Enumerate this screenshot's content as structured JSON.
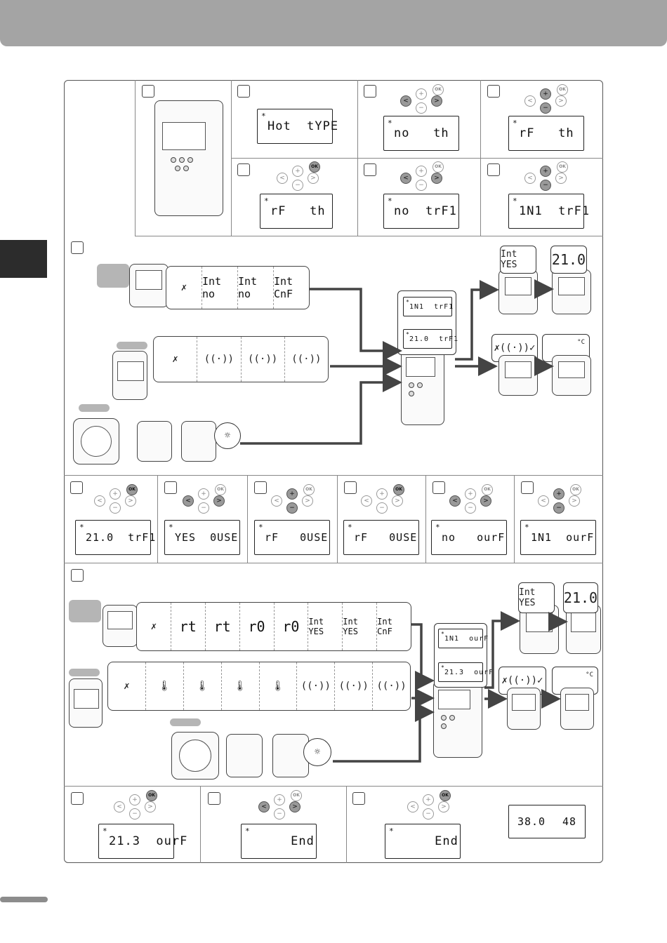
{
  "section1": {
    "steps": [
      {
        "lcd": "Hot  tYPE"
      },
      {
        "lcd": "no   th"
      },
      {
        "lcd": "rF   th"
      },
      {
        "lcd": "rF   th"
      },
      {
        "lcd": "no  trF1"
      },
      {
        "lcd": "1N1  trF1"
      }
    ]
  },
  "section2": {
    "strip1": [
      "Int no",
      "Int no",
      "Int CnF"
    ],
    "bubble_top": "1N1  trF1",
    "bubble_bottom": "21.0  trF1",
    "result_top_left": "Int YES",
    "result_top_right": "21.0",
    "result_unit": "°C"
  },
  "section3": {
    "steps": [
      {
        "lcd": "21.0  trF1"
      },
      {
        "lcd": "YES  0USE"
      },
      {
        "lcd": "rF   0USE"
      },
      {
        "lcd": "rF   0USE"
      },
      {
        "lcd": "no   ourF"
      },
      {
        "lcd": "1N1  ourF"
      }
    ]
  },
  "section4": {
    "strip1": [
      "rt",
      "rt",
      "r0",
      "r0",
      "Int YES",
      "Int YES",
      "Int CnF"
    ],
    "bubble_top": "1N1  ourF",
    "bubble_bottom": "21.3  ourF",
    "result_top_left": "Int YES",
    "result_top_right": "21.0",
    "result_unit": "°C"
  },
  "section5": {
    "steps": [
      {
        "lcd": "21.3  ourF"
      },
      {
        "lcd": "     End"
      },
      {
        "lcd": "     End"
      }
    ],
    "display_left": "38.0",
    "display_right": "48"
  },
  "buttons": {
    "ok": "OK",
    "plus": "+",
    "minus": "−",
    "left": "<",
    "right": ">"
  },
  "icons": {
    "star": "*",
    "tools": "tools-icon",
    "antenna": "antenna-icon",
    "thermometer": "thermometer-icon",
    "sun": "sun-icon"
  }
}
